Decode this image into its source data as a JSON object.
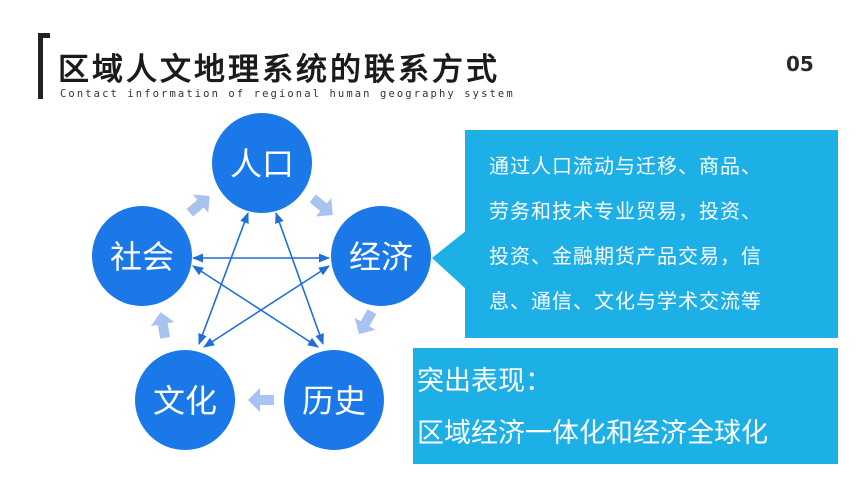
{
  "header": {
    "title": "区域人文地理系统的联系方式",
    "subtitle": "Contact information of regional human geography system",
    "page_number": "05"
  },
  "diagram": {
    "nodes": [
      {
        "id": "population",
        "label": "人口"
      },
      {
        "id": "economy",
        "label": "经济"
      },
      {
        "id": "history",
        "label": "历史"
      },
      {
        "id": "culture",
        "label": "文化"
      },
      {
        "id": "society",
        "label": "社会"
      }
    ],
    "colors": {
      "node": "#1a78e8",
      "connector": "#1f6fd6",
      "cycle_arrow": "#a8c3f0"
    }
  },
  "info_box": {
    "lines": [
      "通过人口流动与迁移、商品、",
      "劳务和技术专业贸易，投资、",
      "投资、金融期货产品交易，信",
      "息、通信、文化与学术交流等"
    ]
  },
  "highlight": {
    "label": "突出表现：",
    "content": "区域经济一体化和经济全球化"
  },
  "theme": {
    "accent": "#1db0e6",
    "text": "#ffffff"
  }
}
